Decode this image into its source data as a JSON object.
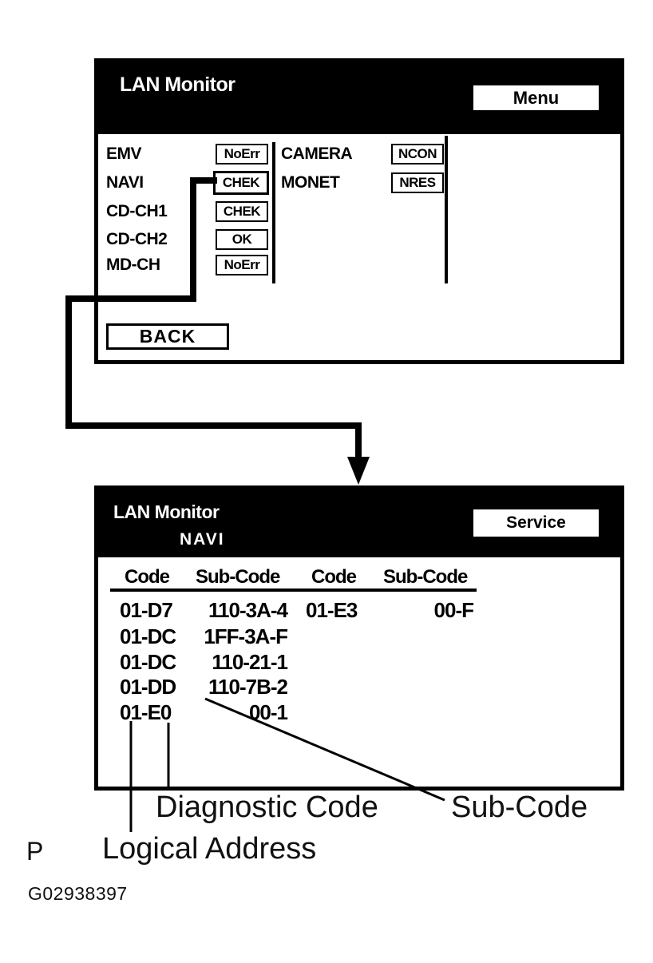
{
  "figure": {
    "id_label": "G02938397",
    "page_marker": "P"
  },
  "colors": {
    "screen_header": "#000000",
    "screen_body": "#ffffff",
    "ink": "#000000"
  },
  "screen1": {
    "title": "LAN Monitor",
    "menu_button": "Menu",
    "back_button": "BACK",
    "left_devices": [
      {
        "label": "EMV",
        "status": "NoErr",
        "selected": false
      },
      {
        "label": "NAVI",
        "status": "CHEK",
        "selected": true
      },
      {
        "label": "CD-CH1",
        "status": "CHEK",
        "selected": false
      },
      {
        "label": "CD-CH2",
        "status": "OK",
        "selected": false
      },
      {
        "label": "MD-CH",
        "status": "NoErr",
        "selected": false
      }
    ],
    "right_devices": [
      {
        "label": "CAMERA",
        "status": "NCON"
      },
      {
        "label": "MONET",
        "status": "NRES"
      }
    ]
  },
  "screen2": {
    "title": "LAN Monitor",
    "subtitle": "NAVI",
    "service_button": "Service",
    "table": {
      "headers": [
        "Code",
        "Sub-Code",
        "Code",
        "Sub-Code"
      ],
      "rows": [
        {
          "code": "01-D7",
          "sub_code": "110-3A-4",
          "code2": "01-E3",
          "sub_code2": "00-F"
        },
        {
          "code": "01-DC",
          "sub_code": "1FF-3A-F",
          "code2": "",
          "sub_code2": ""
        },
        {
          "code": "01-DC",
          "sub_code": "110-21-1",
          "code2": "",
          "sub_code2": ""
        },
        {
          "code": "01-DD",
          "sub_code": "110-7B-2",
          "code2": "",
          "sub_code2": ""
        },
        {
          "code": "01-E0",
          "sub_code": "00-1",
          "code2": "",
          "sub_code2": ""
        }
      ]
    }
  },
  "annotations": {
    "diagnostic_code": "Diagnostic Code",
    "sub_code": "Sub-Code",
    "logical_address": "Logical Address"
  }
}
